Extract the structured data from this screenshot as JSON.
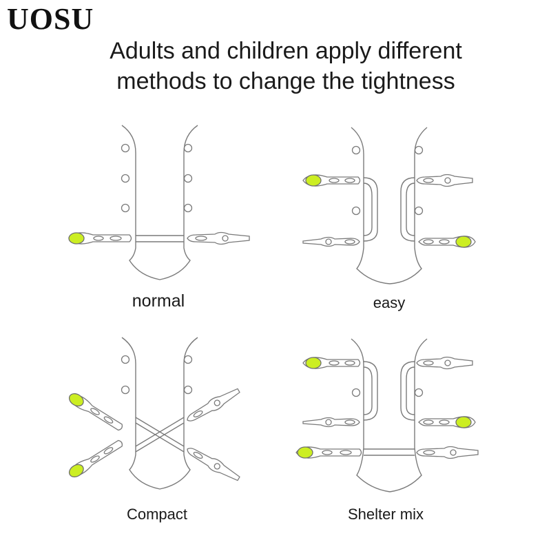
{
  "brand": "UOSU",
  "headline": {
    "line1": "Adults and children apply different",
    "line2": "methods to change the tightness"
  },
  "colors": {
    "tip_fill": "#ccee22",
    "outline": "#7a7a7a",
    "text": "#1a1a1a",
    "background": "#ffffff"
  },
  "panels": [
    {
      "id": "normal",
      "label": "normal"
    },
    {
      "id": "easy",
      "label": "easy"
    },
    {
      "id": "compact",
      "label": "Compact"
    },
    {
      "id": "shelter",
      "label": "Shelter mix"
    }
  ]
}
